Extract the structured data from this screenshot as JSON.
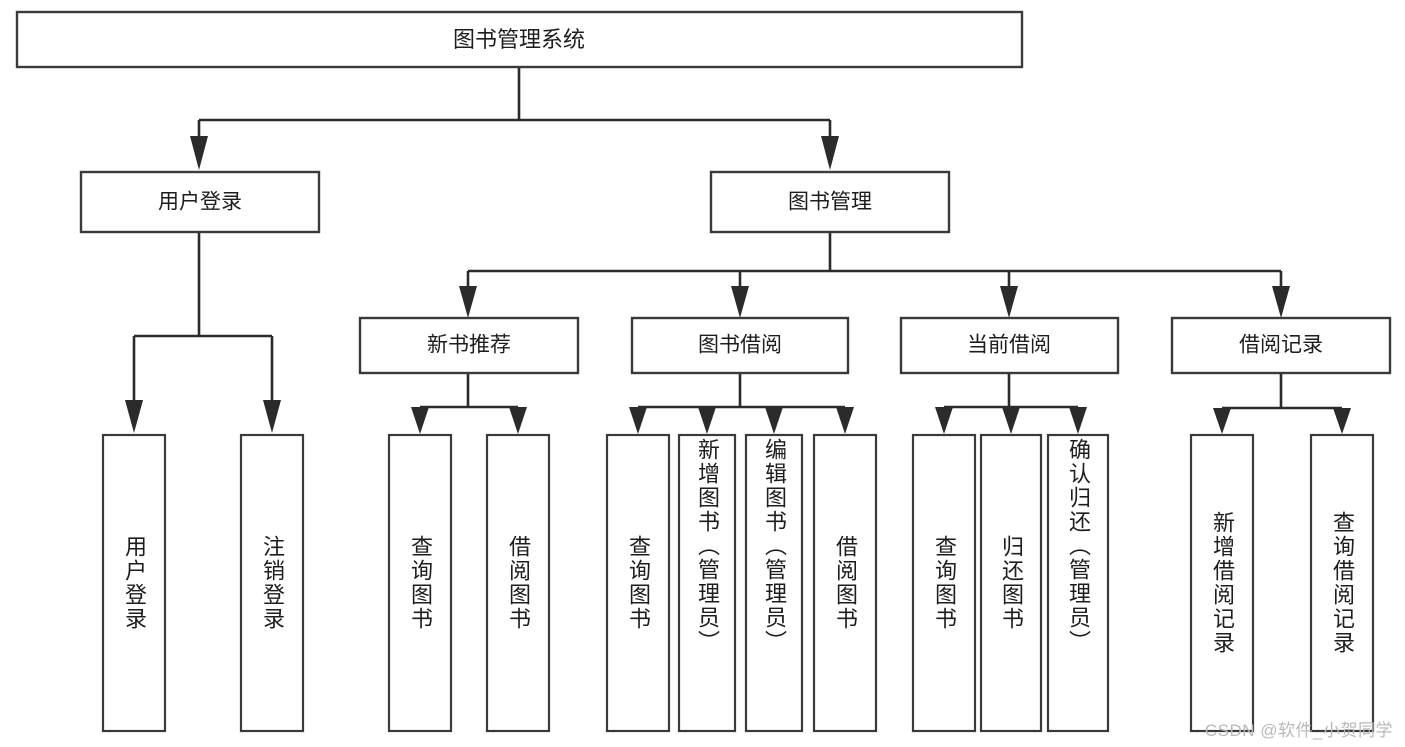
{
  "diagram": {
    "type": "tree-hierarchy-chart",
    "orientation": "top-down",
    "title_node": {
      "label": "图书管理系统"
    },
    "level2": [
      {
        "id": "user-login",
        "label": "用户登录"
      },
      {
        "id": "book-management",
        "label": "图书管理"
      }
    ],
    "level3": [
      {
        "id": "new-book-recommend",
        "label": "新书推荐",
        "parent": "book-management"
      },
      {
        "id": "book-borrow",
        "label": "图书借阅",
        "parent": "book-management"
      },
      {
        "id": "current-borrow",
        "label": "当前借阅",
        "parent": "book-management"
      },
      {
        "id": "borrow-record",
        "label": "借阅记录",
        "parent": "book-management"
      }
    ],
    "leaves": [
      {
        "id": "leaf-user-login",
        "label": "用户登录",
        "parent": "user-login"
      },
      {
        "id": "leaf-logout-login",
        "label": "注销登录",
        "parent": "user-login"
      },
      {
        "id": "leaf-query-book-1",
        "label": "查询图书",
        "parent": "new-book-recommend"
      },
      {
        "id": "leaf-borrow-book-1",
        "label": "借阅图书",
        "parent": "new-book-recommend"
      },
      {
        "id": "leaf-query-book-2",
        "label": "查询图书",
        "parent": "book-borrow"
      },
      {
        "id": "leaf-add-book",
        "label": "新增图书（管理员）",
        "parent": "book-borrow"
      },
      {
        "id": "leaf-edit-book",
        "label": "编辑图书（管理员）",
        "parent": "book-borrow"
      },
      {
        "id": "leaf-borrow-book-2",
        "label": "借阅图书",
        "parent": "book-borrow"
      },
      {
        "id": "leaf-query-book-3",
        "label": "查询图书",
        "parent": "current-borrow"
      },
      {
        "id": "leaf-return-book",
        "label": "归还图书",
        "parent": "current-borrow"
      },
      {
        "id": "leaf-confirm-return",
        "label": "确认归还（管理员）",
        "parent": "current-borrow"
      },
      {
        "id": "leaf-add-record",
        "label": "新增借阅记录",
        "parent": "borrow-record"
      },
      {
        "id": "leaf-query-record",
        "label": "查询借阅记录",
        "parent": "borrow-record"
      }
    ]
  },
  "watermark": {
    "text": "CSDN @软件_小贺同学"
  },
  "colors": {
    "background": "#ffffff",
    "box_border": "#3a3a3a",
    "connector": "#2b2b2b",
    "text": "#1d1d1d",
    "watermark": "#b9b9b9"
  }
}
